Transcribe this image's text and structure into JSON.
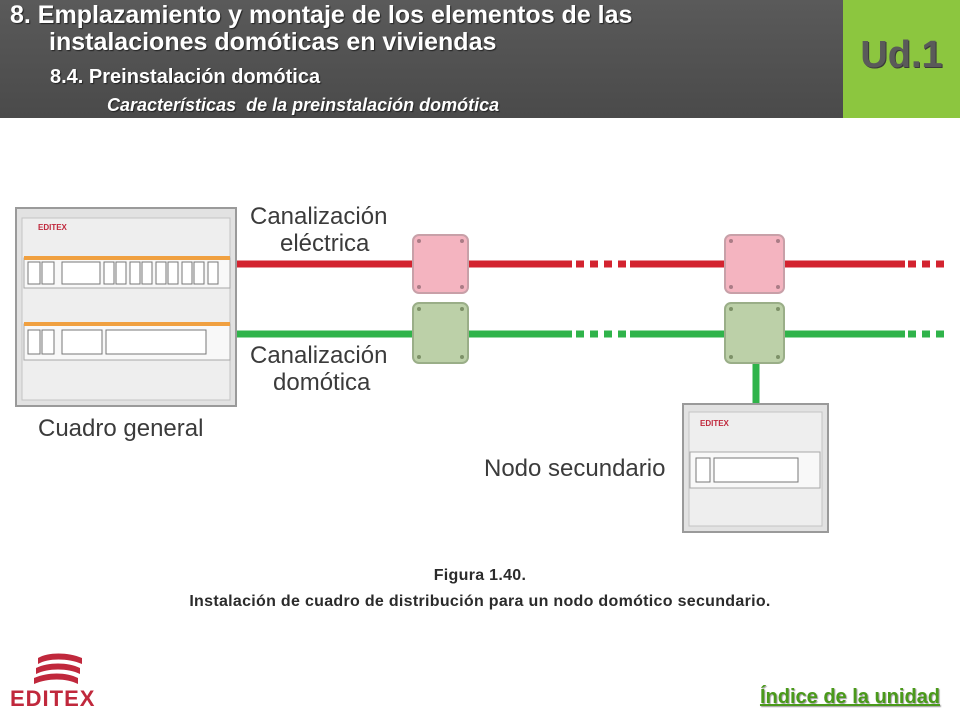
{
  "header": {
    "title_line1": "8. Emplazamiento y montaje de los elementos de las",
    "title_line2": "instalaciones domóticas en viviendas",
    "subtitle": "8.4. Preinstalación domótica",
    "section": "Características  de la preinstalación domótica",
    "unit_badge": "Ud.1"
  },
  "figure": {
    "labels": {
      "electrica_line1": "Canalización",
      "electrica_line2": "eléctrica",
      "domotica_line1": "Canalización",
      "domotica_line2": "domótica",
      "cuadro_general": "Cuadro general",
      "nodo_secundario": "Nodo secundario",
      "panel_brand": "EDITEX"
    },
    "colors": {
      "electrical": "#d3232f",
      "domotic": "#2fb34a",
      "box_red": "#f4b4c0",
      "box_green": "#bcd0a8"
    },
    "caption_number": "Figura 1.40.",
    "caption_text": "Instalación de cuadro de distribución para un nodo domótico secundario."
  },
  "footer": {
    "logo_text": "EDITEX",
    "index_link": "Índice de la unidad"
  }
}
